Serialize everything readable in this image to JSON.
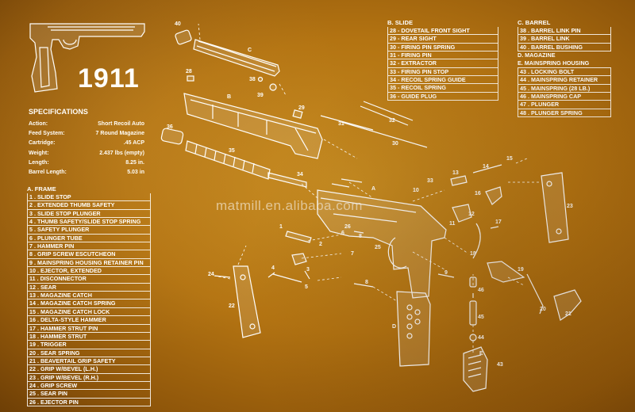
{
  "title": "1911",
  "watermark": "matmill.en.alibaba.com",
  "specifications": {
    "heading": "SPECIFICATIONS",
    "rows": [
      {
        "label": "Action:",
        "value": "Short Recoil Auto"
      },
      {
        "label": "Feed System:",
        "value": "7 Round Magazine"
      },
      {
        "label": "Cartridge:",
        "value": ".45 ACP"
      },
      {
        "label": "Weight:",
        "value": "2.437 lbs (empty)"
      },
      {
        "label": "Length:",
        "value": "8.25 in."
      },
      {
        "label": "Barrel Length:",
        "value": "5.03 in"
      }
    ]
  },
  "frame": {
    "heading": "A. FRAME",
    "items": [
      "1 . SLIDE STOP",
      "2 . EXTENDED THUMB SAFETY",
      "3 . SLIDE STOP PLUNGER",
      "4 . THUMB SAFETY/SLIDE STOP SPRING",
      "5 . SAFETY PLUNGER",
      "6 . PLUNGER TUBE",
      "7 . HAMMER PIN",
      "8 . GRIP SCREW ESCUTCHEON",
      "9 . MAINSPRING HOUSING RETAINER PIN",
      "10 . EJECTOR, EXTENDED",
      "11 . DISCONNECTOR",
      "12 . SEAR",
      "13 . MAGAZINE CATCH",
      "14 . MAGAZINE CATCH SPRING",
      "15 . MAGAZINE CATCH LOCK",
      "16 . DELTA-STYLE HAMMER",
      "17 . HAMMER STRUT PIN",
      "18 . HAMMER STRUT",
      "19 . TRIGGER",
      "20 . SEAR SPRING",
      "21 . BEAVERTAIL GRIP SAFETY",
      "22 . GRIP W/BEVEL (L.H.)",
      "23 . GRIP W/BEVEL (R.H.)",
      "24 . GRIP SCREW",
      "25 . SEAR PIN",
      "26 . EJECTOR PIN"
    ]
  },
  "slide": {
    "heading": "B. SLIDE",
    "items": [
      "28 - DOVETAIL FRONT SIGHT",
      "29 - REAR SIGHT",
      "30 - FIRING PIN SPRING",
      "31 - FIRING PIN",
      "32 - EXTRACTOR",
      "33 - FIRING PIN STOP",
      "34 - RECOIL SPRING GUIDE",
      "35 - RECOIL SPRING",
      "36 - GUIDE PLUG"
    ]
  },
  "barrel": {
    "heading": "C. BARREL",
    "items": [
      "38 . BARREL LINK PIN",
      "39 . BARREL LINK",
      "40 . BARREL BUSHING"
    ],
    "heading_d": "D.  MAGAZINE",
    "heading_e": "E.  MAINSPRING HOUSING",
    "items_e": [
      "43 . LOCKING BOLT",
      "44 . MAINSPRING RETAINER",
      "45 . MAINSPRING (28 LB.)",
      "46 . MAINSPRING CAP",
      "47 . PLUNGER",
      "48 . PLUNGER SPRING"
    ]
  },
  "callouts": {
    "a": "A",
    "b": "B",
    "c": "C",
    "d": "D",
    "e": "E",
    "n1": "1",
    "n2": "2",
    "n3": "3",
    "n4": "4",
    "n5": "5",
    "n6": "6",
    "n7": "7",
    "n8": "8",
    "n9": "9",
    "n10": "10",
    "n11": "11",
    "n12": "12",
    "n13": "13",
    "n14": "14",
    "n15": "15",
    "n16": "16",
    "n17": "17",
    "n18": "18",
    "n19": "19",
    "n20": "20",
    "n21": "21",
    "n22": "22",
    "n23": "23",
    "n24": "24",
    "n25": "25",
    "n26": "26",
    "n28": "28",
    "n29": "29",
    "n30": "30",
    "n31": "31",
    "n32": "32",
    "n33": "33",
    "n34": "34",
    "n35": "35",
    "n36": "36",
    "n38": "38",
    "n39": "39",
    "n40": "40",
    "n43": "43",
    "n44": "44",
    "n45": "45",
    "n46": "46"
  },
  "colors": {
    "background": "#b47412",
    "ink": "#ffffff"
  }
}
